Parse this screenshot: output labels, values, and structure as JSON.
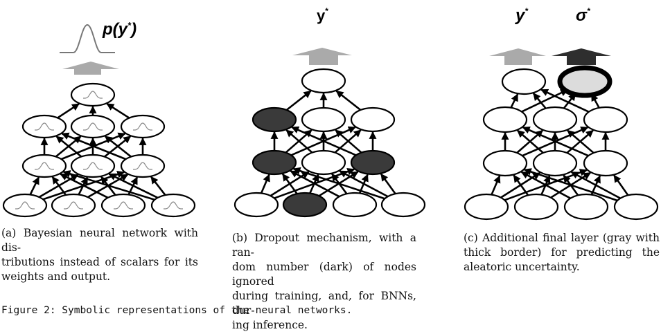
{
  "panel_a": {
    "output_label": "p(y",
    "output_label_close": ")",
    "caption_lines": [
      "(a) Bayesian neural network with dis-",
      "tributions instead of scalars for its",
      "weights and output."
    ]
  },
  "panel_b": {
    "output_label": "y",
    "caption_lines": [
      "(b) Dropout mechanism, with a ran-",
      "dom number (dark) of nodes ignored",
      "during training, and, for BNNs, dur-",
      "ing inference."
    ]
  },
  "panel_c": {
    "output_label_mean": "y",
    "output_label_sigma": "σ",
    "caption_lines": [
      "(c) Additional final layer (gray with",
      "thick border) for predicting the",
      "aleatoric uncertainty."
    ]
  },
  "superscript": "*",
  "colors": {
    "dropped_node": "#3a3a3a",
    "uncertainty_node_fill": "#dcdcdc",
    "mean_arrow": "#aaaaaa",
    "sigma_arrow": "#2e2e2e"
  },
  "figure_caption": "Figure 2: Symbolic representations of the neural networks."
}
